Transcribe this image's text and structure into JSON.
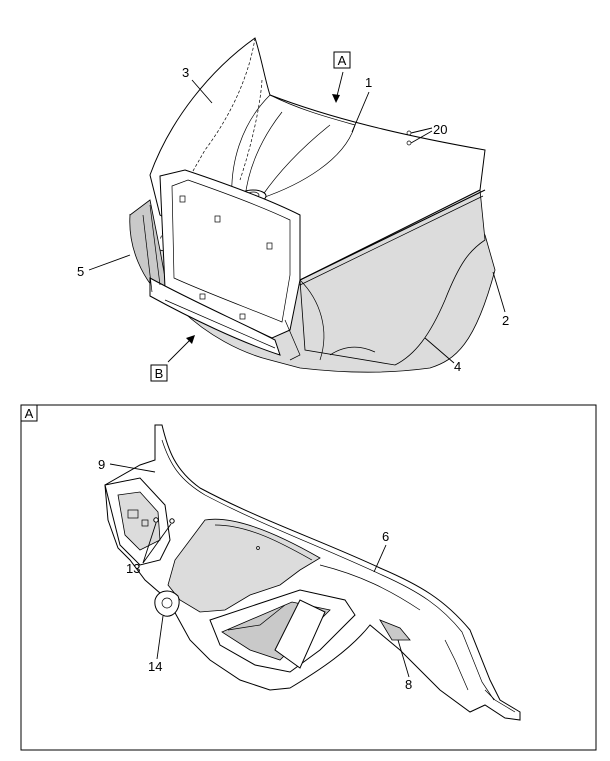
{
  "views": {
    "top": {
      "marker": "A",
      "view_marker_b": "B"
    },
    "detail": {
      "label": "A"
    }
  },
  "callouts": {
    "c1": "1",
    "c2": "2",
    "c3": "3",
    "c4": "4",
    "c5": "5",
    "c20": "20",
    "c6": "6",
    "c8": "8",
    "c9": "9",
    "c13": "13",
    "c14": "14"
  }
}
